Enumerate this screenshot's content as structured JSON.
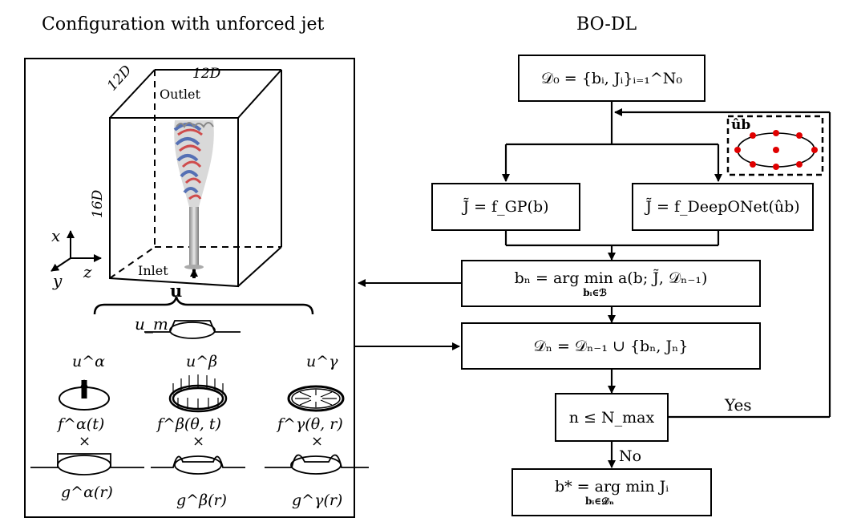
{
  "left_panel": {
    "title": "Configuration with unforced jet",
    "dim_top": "12D",
    "dim_side": "12D",
    "dim_height": "16D",
    "outlet": "Outlet",
    "inlet": "Inlet",
    "axis_x": "x",
    "axis_y": "y",
    "axis_z": "z",
    "u_label": "u",
    "um_label": "u_m",
    "modes": [
      {
        "u": "u^α",
        "f": "f^α(t)",
        "times": "×",
        "g": "g^α(r)"
      },
      {
        "u": "u^β",
        "f": "f^β(θ, t)",
        "times": "×",
        "g": "g^β(r)"
      },
      {
        "u": "u^γ",
        "f": "f^γ(θ, r)",
        "times": "×",
        "g": "g^γ(r)"
      }
    ]
  },
  "right_panel": {
    "title": "BO-DL",
    "box_d0": "𝒟₀ = {bᵢ, Jᵢ}ᵢ₌₁^N₀",
    "box_gp": "J̃ = f_GP(b)",
    "box_deeponet": "J̃ = f_DeepONet(ûb)",
    "inset_label": "ûb",
    "box_bn": "bₙ = arg min a(b; J̃, 𝒟ₙ₋₁)",
    "box_bn_sub": "bᵢ∈ℬ",
    "box_dn": "𝒟ₙ = 𝒟ₙ₋₁ ∪ {bₙ, Jₙ}",
    "box_cond": "n ≤ N_max",
    "yes": "Yes",
    "no": "No",
    "box_final": "b* = arg min Jᵢ",
    "box_final_sub": "bᵢ∈𝒟ₙ"
  }
}
